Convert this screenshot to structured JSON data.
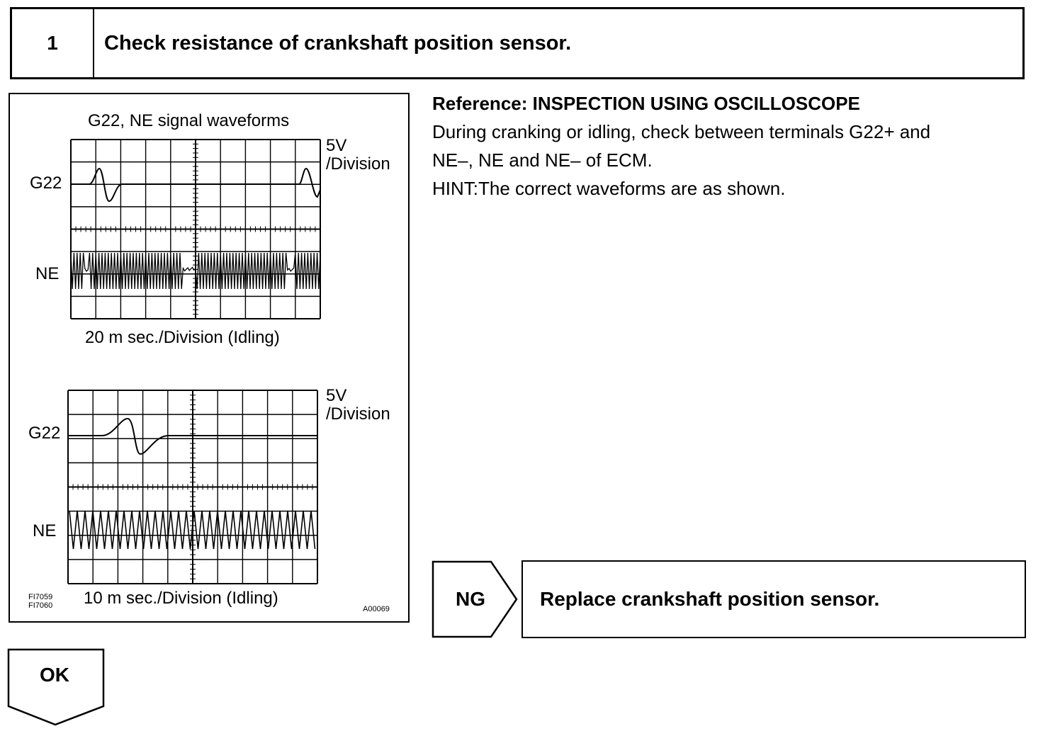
{
  "step": {
    "number": "1",
    "title": "Check resistance of crankshaft position sensor."
  },
  "figure": {
    "title": "G22, NE signal waveforms",
    "top_scope": {
      "label_g22": "G22",
      "label_ne": "NE",
      "unit_v1": "5V",
      "unit_v2": "/Division",
      "caption": "20 m sec./Division (Idling)"
    },
    "bottom_scope": {
      "label_g22": "G22",
      "label_ne": "NE",
      "unit_v1": "5V",
      "unit_v2": "/Division",
      "caption": "10 m sec./Division (Idling)"
    },
    "code_1": "FI7059",
    "code_2": "FI7060",
    "figure_id": "A00069"
  },
  "reference": {
    "heading": "Reference:  INSPECTION USING OSCILLOSCOPE",
    "line1": "During cranking or idling, check between terminals G22+ and",
    "line2": "NE–, NE and NE– of ECM.",
    "line3": "HINT:The correct waveforms are as shown."
  },
  "ng": {
    "label": "NG",
    "action": "Replace crankshaft position sensor."
  },
  "ok": {
    "label": "OK"
  }
}
